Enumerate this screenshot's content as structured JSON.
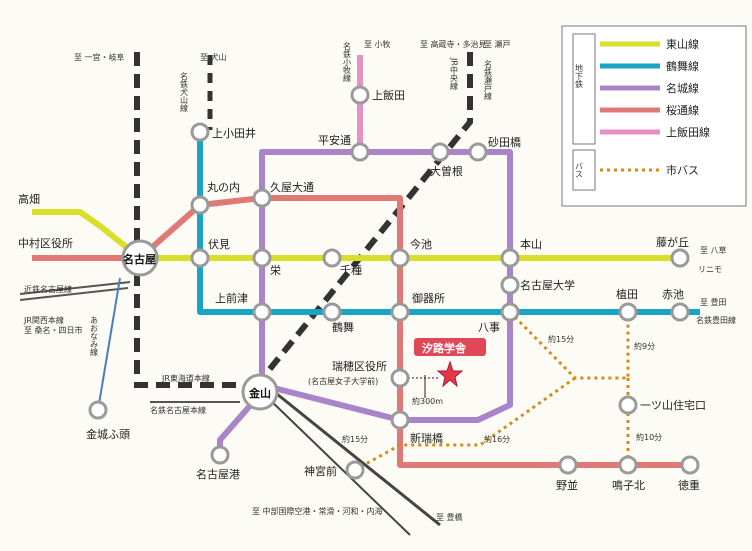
{
  "lines": {
    "higashiyama": {
      "name": "東山線",
      "color": "#d9de2a"
    },
    "tsurumai": {
      "name": "鶴舞線",
      "color": "#1aa3c4"
    },
    "meijo": {
      "name": "名城線",
      "color": "#a984c8"
    },
    "sakuradori": {
      "name": "桜通線",
      "color": "#e07878"
    },
    "kamiiida": {
      "name": "上飯田線",
      "color": "#e690c4"
    },
    "bus": {
      "name": "市バス",
      "color": "#d88b14"
    }
  },
  "legend": {
    "subway": "地下鉄",
    "bus": "バス"
  },
  "stations": {
    "takabata": "高畑",
    "nakamura": "中村区役所",
    "nagoya": "名古屋",
    "fushimi": "伏見",
    "marunouchi": "丸の内",
    "kamiotai": "上小田井",
    "hisaya": "久屋大通",
    "sakae": "栄",
    "kamimaezu": "上前津",
    "tsurumai": "鶴舞",
    "chikusa": "千種",
    "imaike": "今池",
    "gokiso": "御器所",
    "heiando": "平安通",
    "kamiiida": "上飯田",
    "ozone": "大曽根",
    "sunadabashi": "砂田橋",
    "motoyama": "本山",
    "fujigaoka": "藤が丘",
    "nagoyadaigaku": "名古屋大学",
    "yagoto": "八事",
    "ueda": "植田",
    "akaike": "赤池",
    "kanayama": "金山",
    "nagoyako": "名古屋港",
    "jingu": "神宮前",
    "kinjo": "金城ふ頭",
    "mizuho": "瑞穂区役所",
    "mizuho_sub": "(名古屋女子大学前)",
    "shinmizuhobashi": "新瑞橋",
    "nobori": "野並",
    "narumi": "鳴子北",
    "tokushige": "徳重",
    "hitotsuyama": "一ツ山住宅口"
  },
  "school": "汐路学舎",
  "walk": "約300m",
  "times": {
    "t15a": "約15分",
    "t9": "約9分",
    "t10": "約10分",
    "t15b": "約15分",
    "t16": "約16分"
  },
  "directions": {
    "ichinomiya": "至 一宮・岐阜",
    "inuyama": "至 犬山",
    "meitetsu_inuyama": "名鉄犬山線",
    "komaki": "至 小牧",
    "meitetsu_komaki": "名鉄小牧線",
    "takakura": "至 高蔵寺・多治見",
    "jr_chuo": "JR中央線",
    "seto": "至 瀬戸",
    "meitetsu_seto": "名鉄瀬戸線",
    "yakusa": "至 八草",
    "linimo": "リニモ",
    "toyota": "至 豊田",
    "meitetsu_toyota": "名鉄豊田線",
    "kintetsu": "近鉄名古屋線",
    "jr_kansai": "JR関西本線",
    "kuwana": "至 桑名・四日市",
    "aonami": "あおなみ線",
    "jr_tokaido": "JR東海道本線",
    "meitetsu_nagoya": "名鉄名古屋本線",
    "chubu": "至 中部国際空港・常滑・河和・内海",
    "toyohashi": "至 豊橋"
  }
}
